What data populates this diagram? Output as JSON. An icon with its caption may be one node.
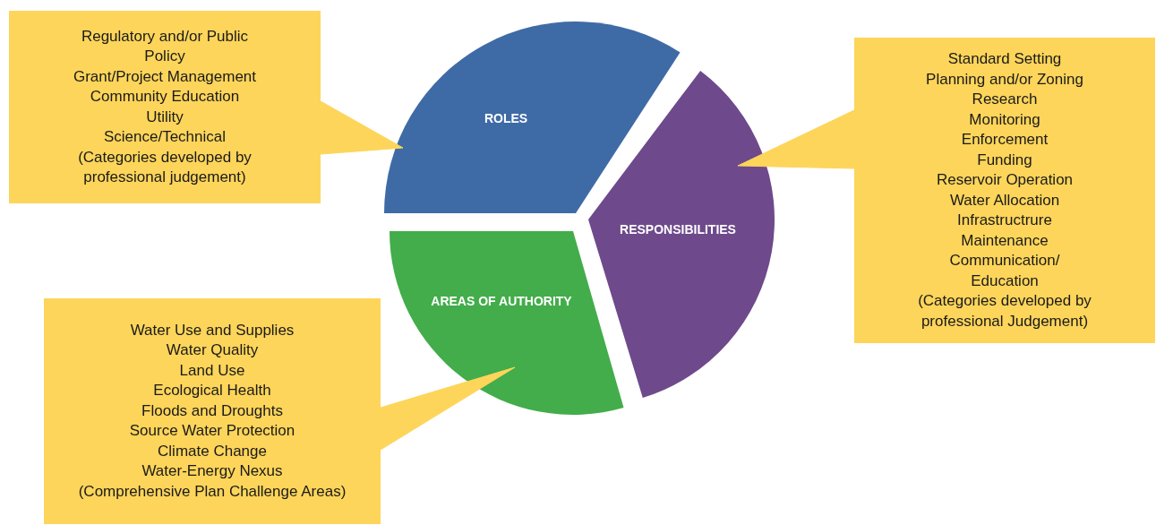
{
  "diagram": {
    "nodes": [
      {
        "text": [
          "Regulatory and/or Public Policy",
          "Grant/Project Management",
          "Community Education",
          "Utility",
          "Science/Technical",
          "(Categories developed by professional judgement)"
        ]
      },
      {
        "text": [
          "ROLES"
        ]
      },
      {
        "text": [
          "RESPONSIBILITIES"
        ]
      },
      {
        "text": [
          "Standard Setting",
          "Planning and/or Zoning",
          "Research",
          "Monitoring",
          "Enforcement",
          "Funding",
          "Reservoir Operation",
          "Water Allocation",
          "Infrastructrure Maintenance",
          "Communication/ Education",
          "(Categories developed by professional Judgement)"
        ]
      },
      {
        "text": [
          "AREAS OF AUTHORITY"
        ]
      },
      {
        "text": [
          "Water Use and Supplies",
          "Water Quality",
          "Land Use",
          "Ecological Health",
          "Floods and Droughts",
          "Source Water Protection",
          "Climate Change",
          "Water-Energy Nexus",
          "(Comprehensive Plan Challenge Areas)"
        ]
      }
    ],
    "edges": [
      {
        "from": 0,
        "to": 1,
        "arrow": "to"
      },
      {
        "from": 3,
        "to": 2,
        "arrow": "to"
      },
      {
        "from": 5,
        "to": 4,
        "arrow": "to"
      }
    ]
  }
}
